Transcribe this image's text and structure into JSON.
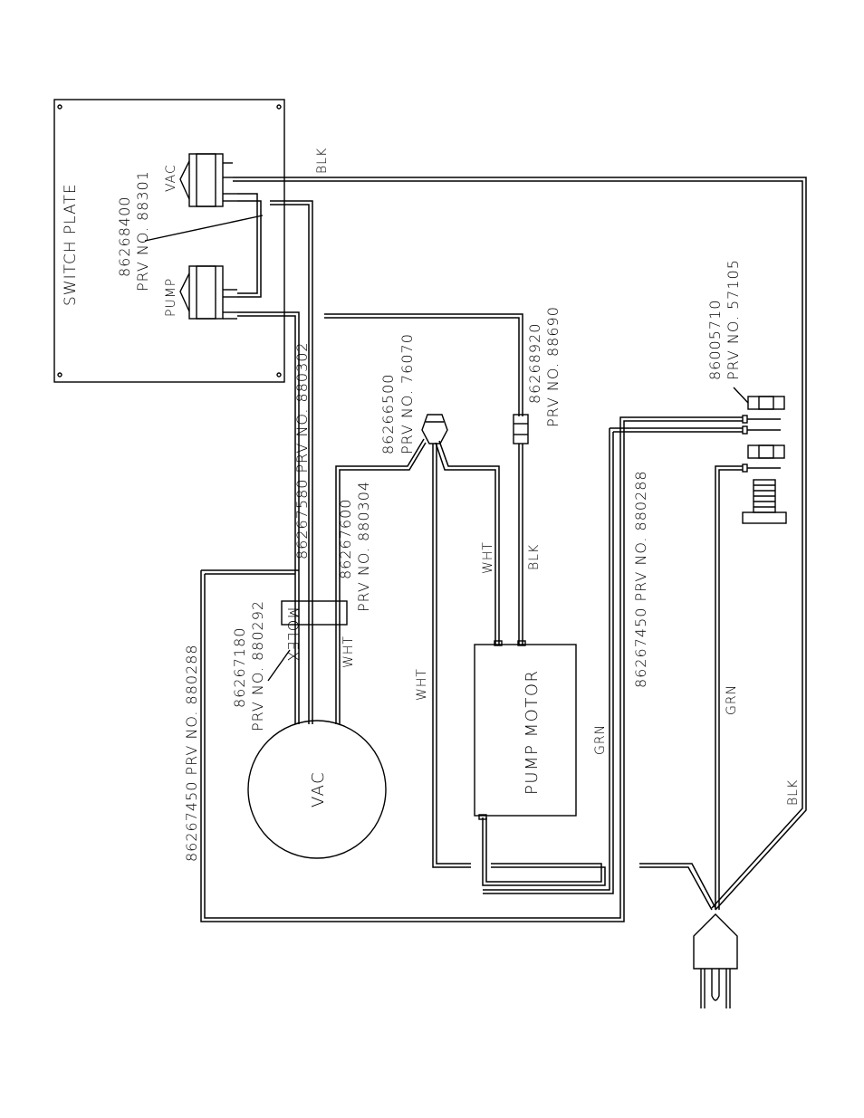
{
  "labels": {
    "switch_plate": "SWITCH PLATE",
    "switch_part": "86268400",
    "switch_prv": "PRV NO. 88301",
    "vac_switch": "VAC",
    "pump_switch": "PUMP",
    "blk_top": "BLK",
    "cord_880302": "86267580  PRV NO. 880302",
    "wirenut_part": "86266500",
    "wirenut_prv": "PRV NO. 76070",
    "fuse_part": "86268920",
    "fuse_prv": "PRV NO. 88690",
    "terminal_part": "86005710",
    "terminal_prv": "PRV NO. 57105",
    "wire_880304_part": "86267600",
    "wire_880304_prv": "PRV NO. 880304",
    "wht_pump": "WHT",
    "blk_pump": "BLK",
    "molex": "MOLEX",
    "wht_vac": "WHT",
    "vac_cord_part": "86267180",
    "vac_cord_prv": "PRV NO. 880292",
    "cord_880288_left": "86267450  PRV NO. 880288",
    "cord_880288_right": "86267450  PRV NO. 880288",
    "wht_bottom": "WHT",
    "pump_motor": "PUMP MOTOR",
    "vac_motor": "VAC",
    "grn_pump": "GRN",
    "grn_plug": "GRN",
    "blk_plug": "BLK"
  }
}
